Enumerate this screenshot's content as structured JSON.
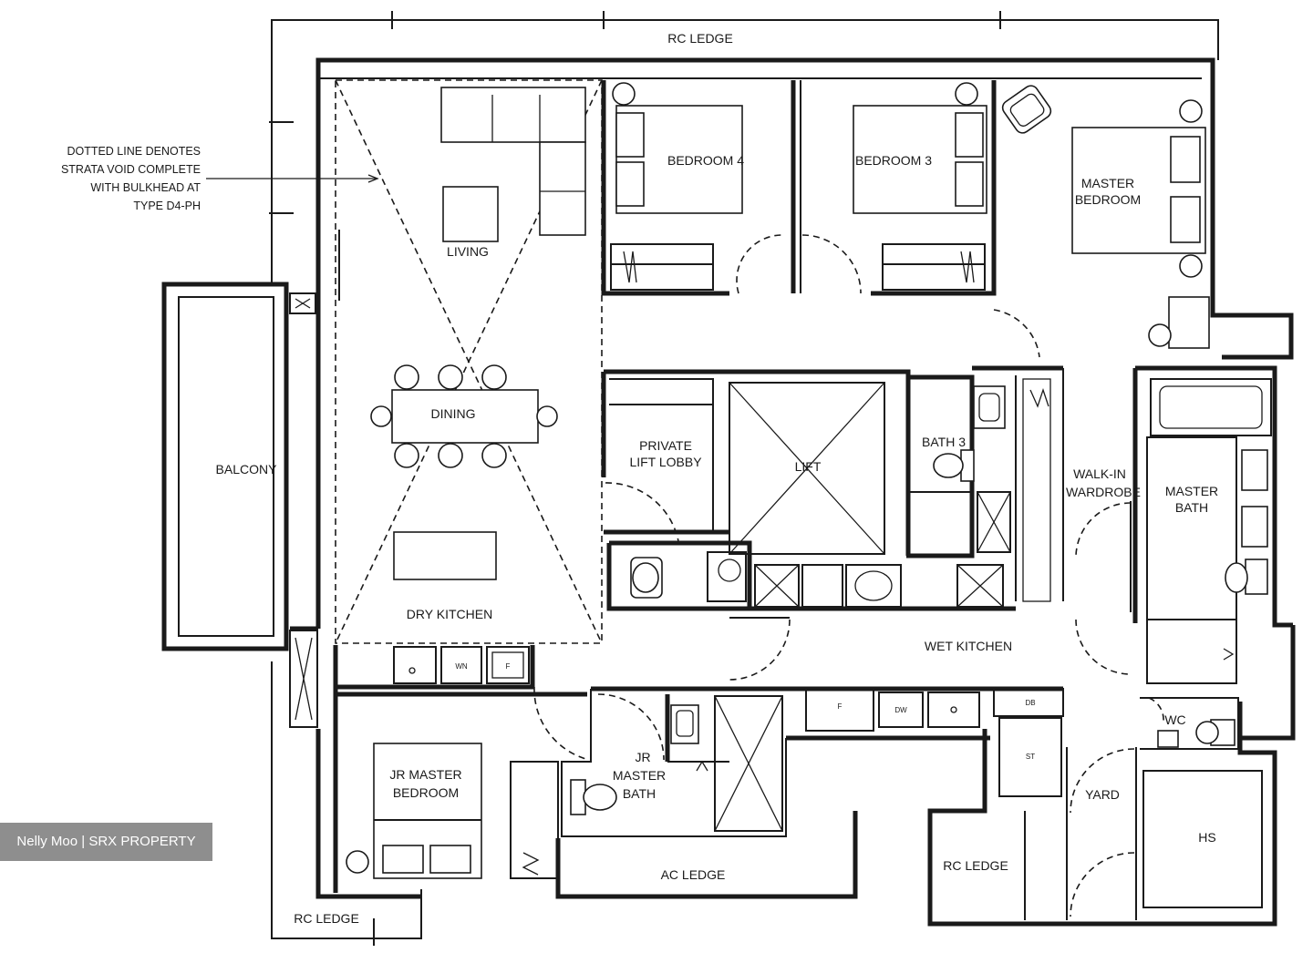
{
  "labels": {
    "rc_ledge_top": "RC LEDGE",
    "bedroom4": "BEDROOM 4",
    "bedroom3": "BEDROOM 3",
    "master_bedroom": [
      "MASTER",
      "BEDROOM"
    ],
    "living": "LIVING",
    "dining": "DINING",
    "balcony": "BALCONY",
    "private_lift_lobby": [
      "PRIVATE",
      "LIFT LOBBY"
    ],
    "lift": "LIFT",
    "bath3": "BATH 3",
    "walk_in_wardrobe": [
      "WALK-IN",
      "WARDROBE"
    ],
    "master_bath": [
      "MASTER",
      "BATH"
    ],
    "dry_kitchen": "DRY KITCHEN",
    "wet_kitchen": "WET KITCHEN",
    "jr_master_bedroom": [
      "JR MASTER",
      "BEDROOM"
    ],
    "jr_master_bath": [
      "JR",
      "MASTER",
      "BATH"
    ],
    "ac_ledge": "AC LEDGE",
    "rc_ledge_bottom_right": "RC LEDGE",
    "rc_ledge_bottom_left": "RC LEDGE",
    "yard": "YARD",
    "wc": "WC",
    "hs": "HS"
  },
  "appliances": {
    "washer": "WN",
    "fridge_dry": "F",
    "fridge_wet": "F",
    "dishwasher": "DW",
    "db": "DB",
    "st": "ST"
  },
  "note": [
    "DOTTED LINE DENOTES",
    "STRATA VOID COMPLETE",
    "WITH BULKHEAD AT",
    "TYPE D4-PH"
  ],
  "watermark": "Nelly Moo | SRX PROPERTY"
}
